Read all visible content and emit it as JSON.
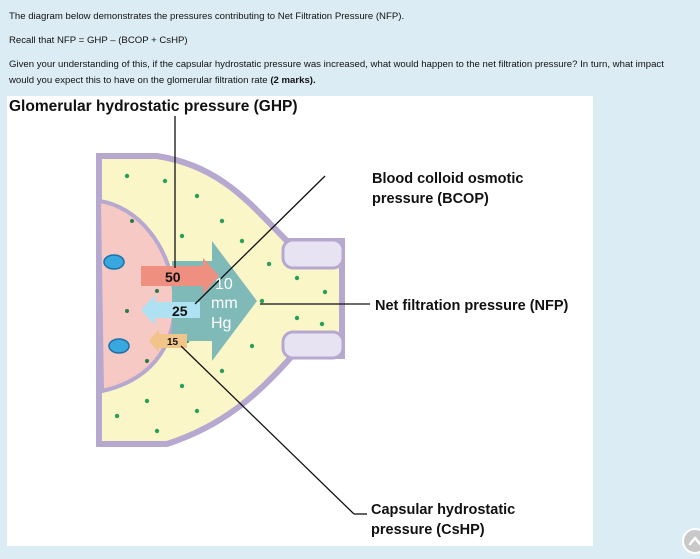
{
  "question": {
    "line1": "The diagram below demonstrates the pressures contributing to Net Filtration Pressure (NFP).",
    "line2": "Recall that NFP = GHP – (BCOP + CsHP)",
    "line3": "Given your understanding of this, if the capsular hydrostatic pressure was increased, what would happen to the net filtration pressure? In turn, what impact would you expect this to have on the glomerular filtration rate",
    "marks": "(2 marks)."
  },
  "figure": {
    "ghp_label": "Glomerular hydrostatic pressure (GHP)",
    "bcop_label": "Blood colloid osmotic pressure (BCOP)",
    "nfp_label": "Net filtration pressure (NFP)",
    "cshp_label": "Capsular hydrostatic pressure (CsHP)",
    "ghp_value": "50",
    "bcop_value": "25",
    "cshp_value": "15",
    "nfp_value_num": "10",
    "nfp_value_unit1": "mm",
    "nfp_value_unit2": "Hg"
  },
  "colors": {
    "page_bg": "#dcecf5",
    "capsule_fill": "#fbf6c8",
    "glomerulus_fill": "#f6c9c4",
    "cell_wall": "#b7a8cf",
    "nfp_arrow": "#7fb9b8",
    "ghp_arrow": "#ee8f7f",
    "bcop_arrow": "#aee2f2",
    "cshp_arrow": "#f1c58a",
    "dots": "#29a05a"
  },
  "controls": {
    "scroll_top_icon": "chevron-up-icon"
  }
}
